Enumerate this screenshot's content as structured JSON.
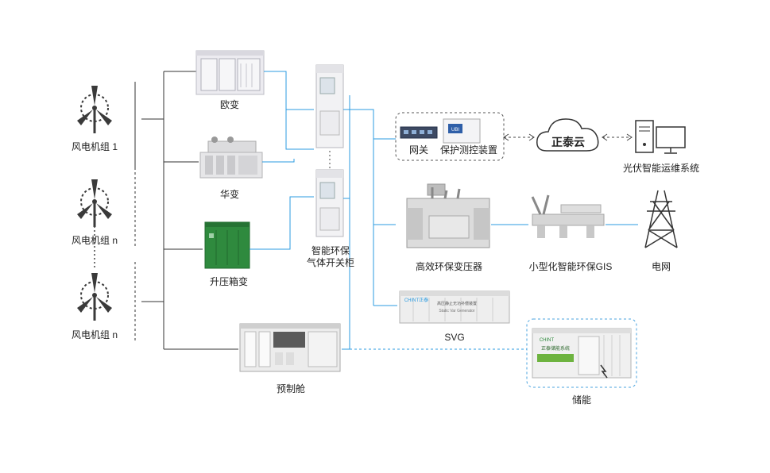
{
  "turbines": [
    {
      "label": "风电机组 1"
    },
    {
      "label": "风电机组 n"
    },
    {
      "label": "风电机组 n"
    }
  ],
  "transformers": [
    {
      "label": "欧变"
    },
    {
      "label": "华变"
    },
    {
      "label": "升压箱变"
    }
  ],
  "switchgear": {
    "label_line1": "智能环保",
    "label_line2": "气体开关柜"
  },
  "prefab": {
    "label": "预制舱"
  },
  "protection": {
    "gateway_label": "网关",
    "device_label": "保护测控装置",
    "device_screen_text": "UBI"
  },
  "cloud": {
    "label": "正泰云"
  },
  "monitoring": {
    "label": "光伏智能运维系统"
  },
  "main_transformer": {
    "label": "高效环保变压器"
  },
  "gis": {
    "label": "小型化智能环保GIS"
  },
  "grid": {
    "label": "电网"
  },
  "svg_unit": {
    "label": "SVG",
    "brand": "CHINT正泰",
    "name_text": "高压静止无功补偿装置",
    "name_en": "Static Var Generator"
  },
  "storage": {
    "label": "储能",
    "panel_text": "正泰储能系统",
    "brand": "CHINT"
  },
  "colors": {
    "accent_blue": "#2b9be0",
    "line_black": "#333333",
    "frame_dash": "#555555",
    "storage_dash": "#4aa3df",
    "icon_gray": "#3a3a3a",
    "green_unit": "#2f8a3e"
  }
}
